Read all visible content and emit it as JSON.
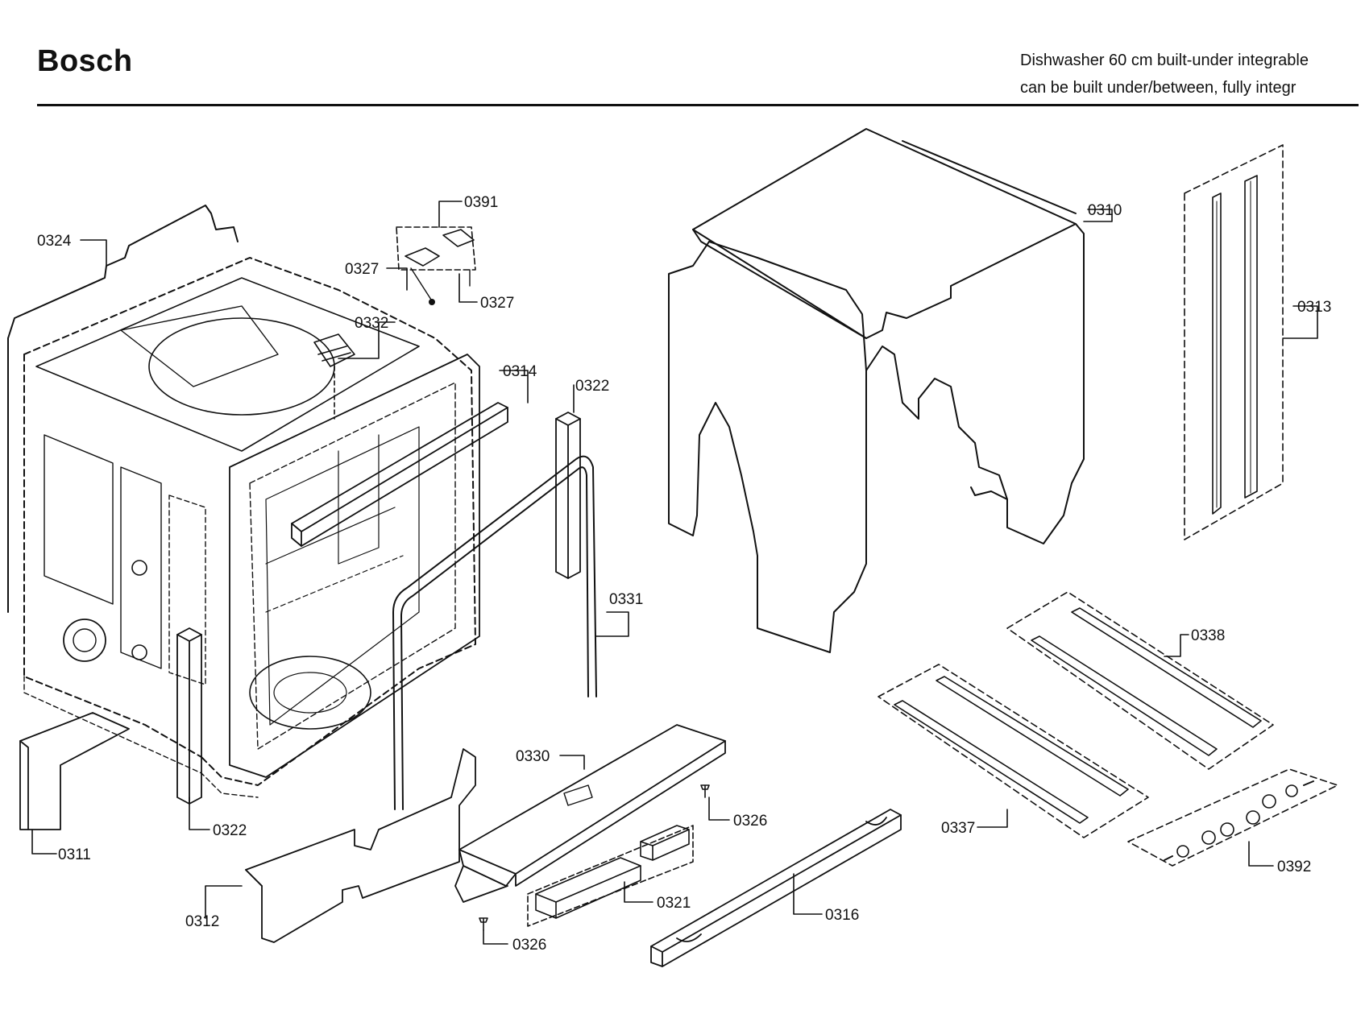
{
  "header": {
    "brand": "Bosch",
    "description_line1": "Dishwasher 60 cm built-under integrable",
    "description_line2": "can be built under/between, fully integr"
  },
  "parts": {
    "p0324": "0324",
    "p0391": "0391",
    "p0327a": "0327",
    "p0327b": "0327",
    "p0332": "0332",
    "p0314": "0314",
    "p0322a": "0322",
    "p0322b": "0322",
    "p0331": "0331",
    "p0310": "0310",
    "p0313": "0313",
    "p0338": "0338",
    "p0337": "0337",
    "p0330": "0330",
    "p0326a": "0326",
    "p0326b": "0326",
    "p0321": "0321",
    "p0316": "0316",
    "p0392": "0392",
    "p0311": "0311",
    "p0312": "0312"
  }
}
